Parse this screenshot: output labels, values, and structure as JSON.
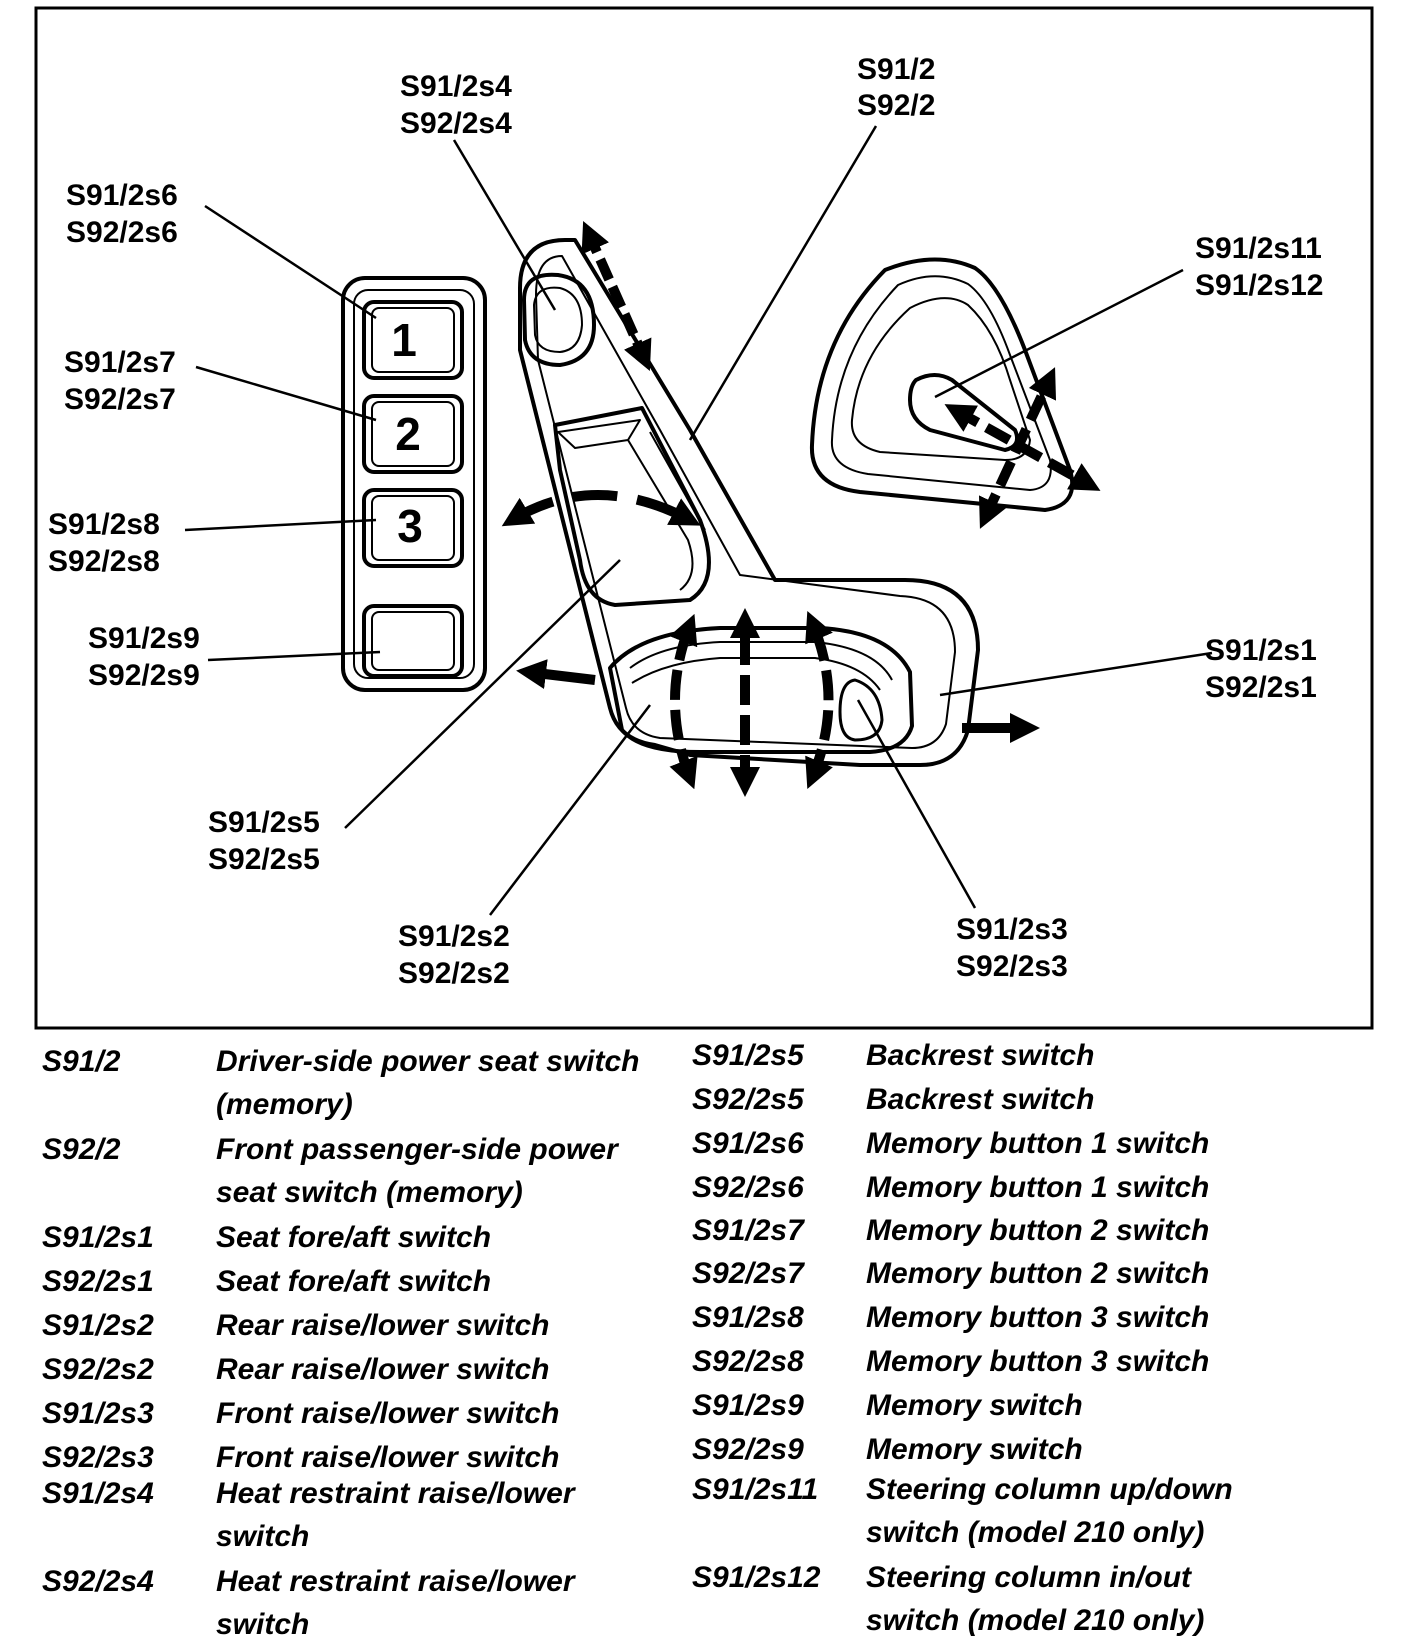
{
  "diagram": {
    "callouts": {
      "s4": {
        "line1": "S91/2s4",
        "line2": "S92/2s4"
      },
      "main": {
        "line1": "S91/2",
        "line2": "S92/2"
      },
      "s6": {
        "line1": "S91/2s6",
        "line2": "S92/2s6"
      },
      "s11": {
        "line1": "S91/2s11",
        "line2": "S91/2s12"
      },
      "s7": {
        "line1": "S91/2s7",
        "line2": "S92/2s7"
      },
      "s8": {
        "line1": "S91/2s8",
        "line2": "S92/2s8"
      },
      "s9": {
        "line1": "S91/2s9",
        "line2": "S92/2s9"
      },
      "s1": {
        "line1": "S91/2s1",
        "line2": "S92/2s1"
      },
      "s5": {
        "line1": "S91/2s5",
        "line2": "S92/2s5"
      },
      "s2": {
        "line1": "S91/2s2",
        "line2": "S92/2s2"
      },
      "s3": {
        "line1": "S91/2s3",
        "line2": "S92/2s3"
      }
    },
    "button_numbers": [
      "1",
      "2",
      "3"
    ]
  },
  "legend": {
    "left": [
      {
        "code": "S91/2",
        "desc": [
          "Driver-side power seat switch",
          "(memory)"
        ]
      },
      {
        "code": "S92/2",
        "desc": [
          "Front passenger-side power",
          "seat switch (memory)"
        ]
      },
      {
        "code": "S91/2s1",
        "desc": [
          "Seat fore/aft switch"
        ]
      },
      {
        "code": "S92/2s1",
        "desc": [
          "Seat fore/aft switch"
        ]
      },
      {
        "code": "S91/2s2",
        "desc": [
          "Rear raise/lower switch"
        ]
      },
      {
        "code": "S92/2s2",
        "desc": [
          "Rear raise/lower switch"
        ]
      },
      {
        "code": "S91/2s3",
        "desc": [
          "Front raise/lower switch"
        ]
      },
      {
        "code": "S92/2s3",
        "desc": [
          "Front raise/lower switch"
        ]
      },
      {
        "code": "S91/2s4",
        "desc": [
          "Heat restraint raise/lower",
          "switch"
        ]
      },
      {
        "code": "S92/2s4",
        "desc": [
          "Heat restraint raise/lower",
          "switch"
        ]
      }
    ],
    "right": [
      {
        "code": "S91/2s5",
        "desc": [
          "Backrest switch"
        ]
      },
      {
        "code": "S92/2s5",
        "desc": [
          "Backrest switch"
        ]
      },
      {
        "code": "S91/2s6",
        "desc": [
          "Memory button 1 switch"
        ]
      },
      {
        "code": "S92/2s6",
        "desc": [
          "Memory button 1 switch"
        ]
      },
      {
        "code": "S91/2s7",
        "desc": [
          "Memory button 2 switch"
        ]
      },
      {
        "code": "S92/2s7",
        "desc": [
          "Memory button 2 switch"
        ]
      },
      {
        "code": "S91/2s8",
        "desc": [
          "Memory button 3 switch"
        ]
      },
      {
        "code": "S92/2s8",
        "desc": [
          "Memory button 3 switch"
        ]
      },
      {
        "code": "S91/2s9",
        "desc": [
          "Memory switch"
        ]
      },
      {
        "code": "S92/2s9",
        "desc": [
          "Memory switch"
        ]
      },
      {
        "code": "S91/2s11",
        "desc": [
          "Steering column up/down",
          "switch (model 210 only)"
        ]
      },
      {
        "code": "S91/2s12",
        "desc": [
          "Steering column in/out",
          "switch (model 210 only)"
        ]
      }
    ]
  }
}
